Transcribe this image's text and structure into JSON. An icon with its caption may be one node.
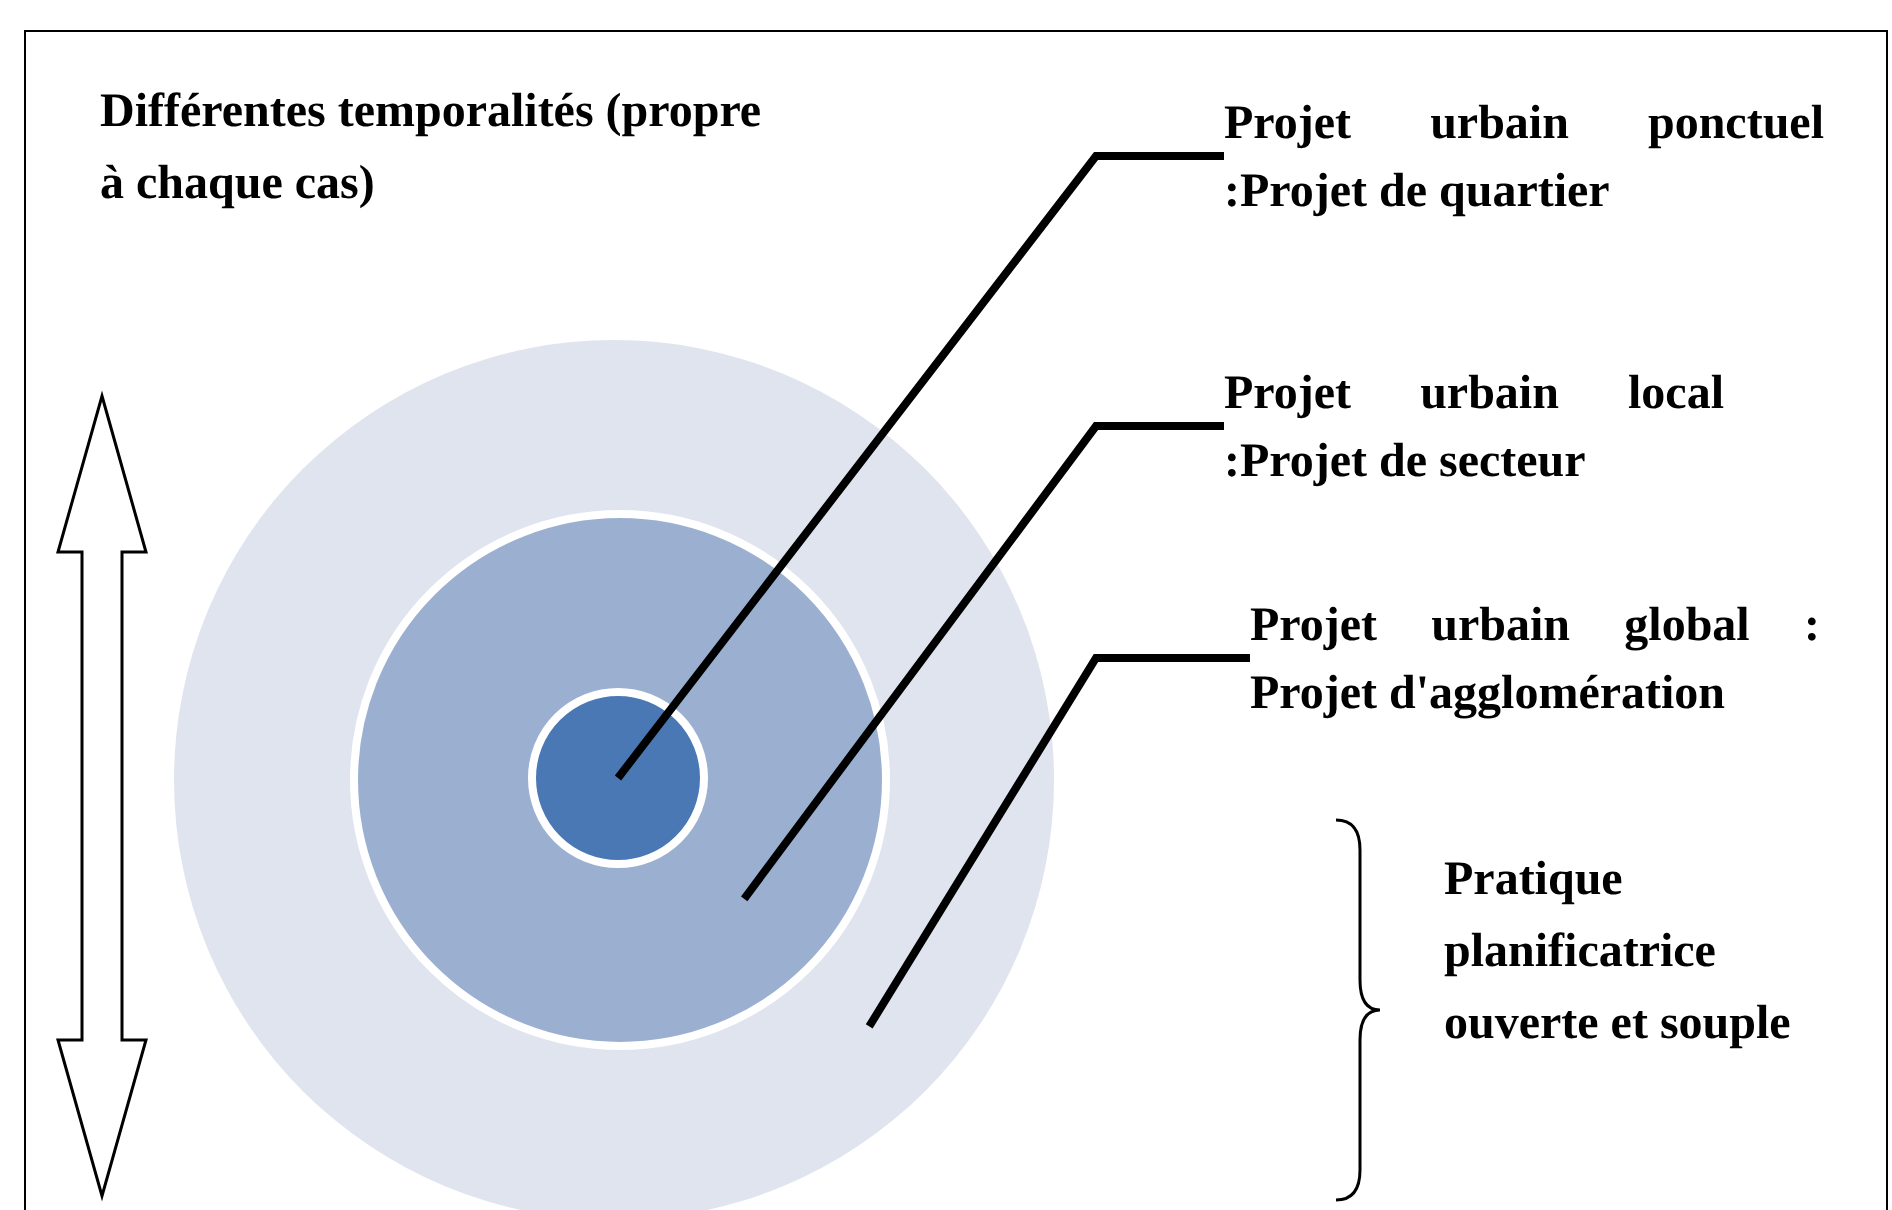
{
  "diagram": {
    "nodes": [
      {
        "text": [],
        "shape": "circle"
      },
      {
        "text": [],
        "shape": "circle",
        "in": 0
      },
      {
        "text": [],
        "shape": "circle",
        "in": 1
      },
      {
        "text": [
          "Projet urbain ponctuel :Projet de quartier"
        ]
      },
      {
        "text": [
          "Projet urbain local :Projet de secteur"
        ]
      },
      {
        "text": [
          "Projet urbain global : Projet d'agglomération"
        ]
      }
    ],
    "edges": [
      {
        "from": 3,
        "to": 2,
        "arrow": "none"
      },
      {
        "from": 4,
        "to": 1,
        "arrow": "none"
      },
      {
        "from": 5,
        "to": 0,
        "arrow": "none"
      }
    ],
    "labels": [
      "Différentes temporalités (propre à chaque cas)",
      "Pratique planificatrice ouverte et souple"
    ]
  }
}
